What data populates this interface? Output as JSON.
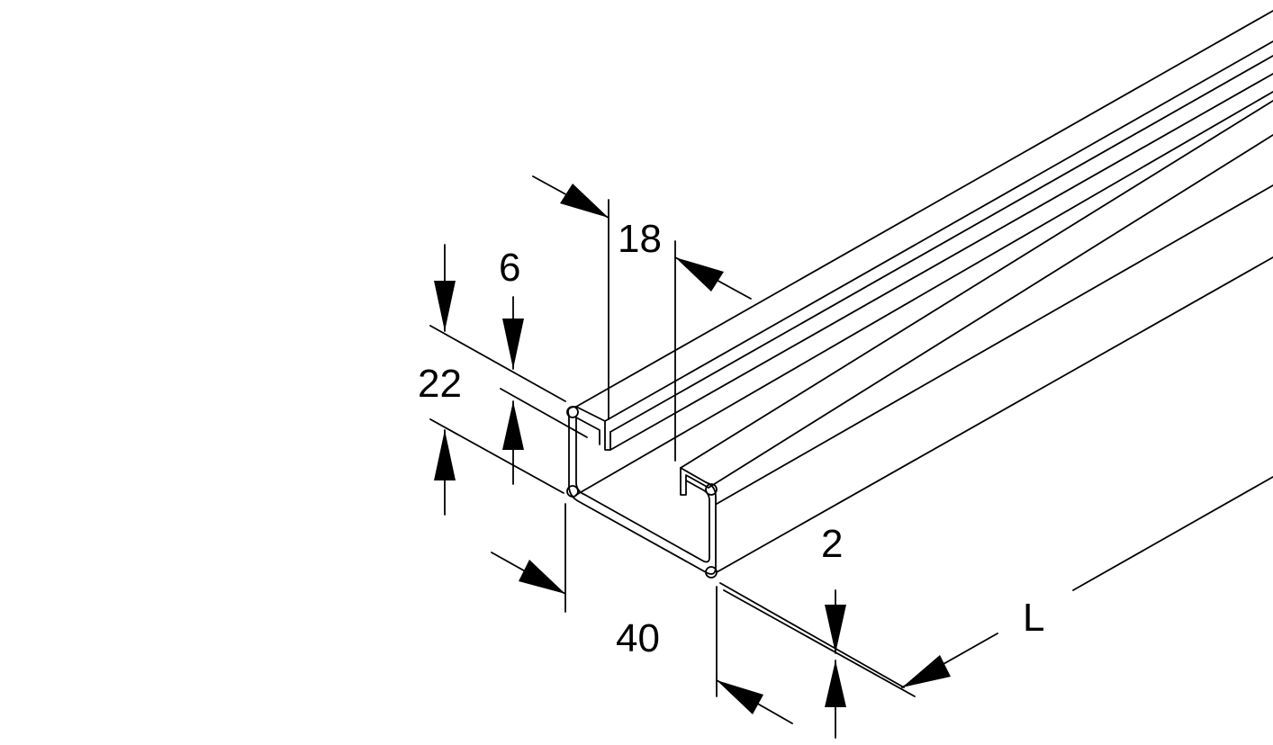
{
  "dimensions": {
    "lip_height": "6",
    "slot_width": "18",
    "profile_height": "22",
    "wall_thickness": "2",
    "profile_width": "40",
    "length": "L"
  },
  "colors": {
    "line": "#000000",
    "background": "#ffffff"
  }
}
